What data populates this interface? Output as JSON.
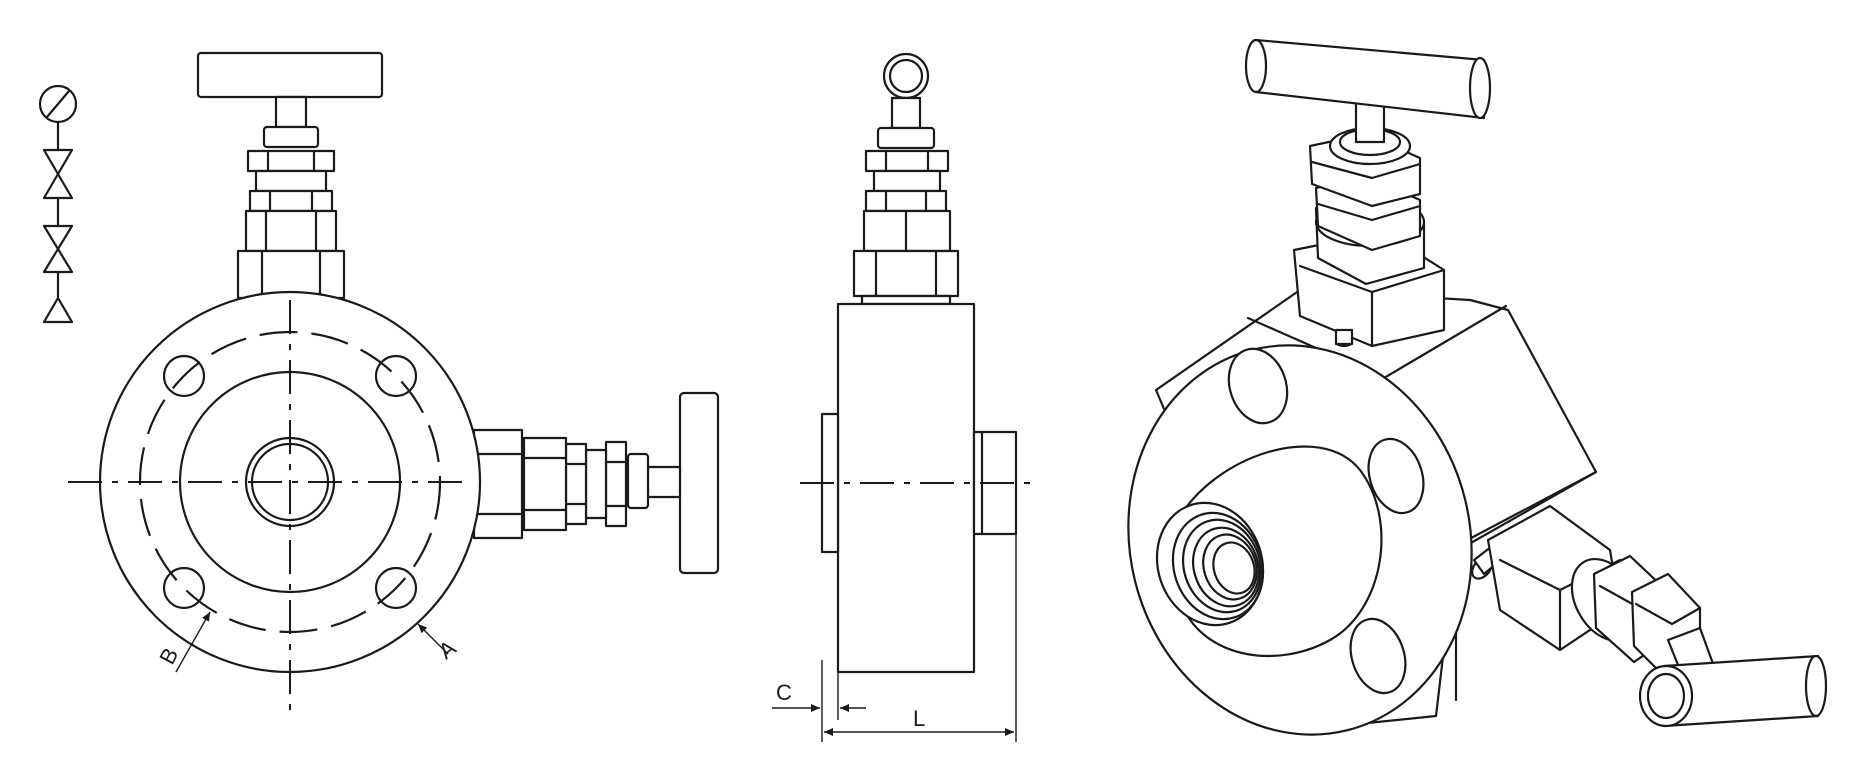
{
  "dimensions": {
    "a": "A",
    "b": "B",
    "c": "C",
    "l": "L"
  }
}
